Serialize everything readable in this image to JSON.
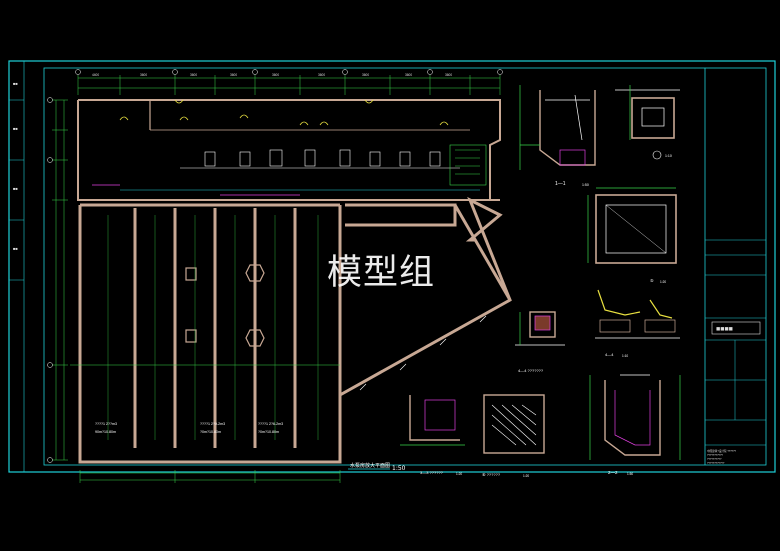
{
  "watermark": "模型组",
  "main_plan": {
    "title": "水泵房放大平面图",
    "scale": "1:50",
    "tanks": [
      {
        "label": "????1  2??m3",
        "dims": "90m?10.80m"
      },
      {
        "label": "????1  2?0-2m3",
        "dims": "?0m?10.80m"
      },
      {
        "label": "????1  2?6-2m3",
        "dims": "?0m?10.80m"
      }
    ]
  },
  "details": [
    {
      "id": "sec-1-1",
      "label": "1—1",
      "scale": "1:50"
    },
    {
      "id": "det-1",
      "label": "①",
      "scale": "1:10"
    },
    {
      "id": "det-5",
      "label": "⑤",
      "scale": "1:20"
    },
    {
      "id": "sec-4-4",
      "label": "4—4 ???????",
      "scale": ""
    },
    {
      "id": "sec-3-3",
      "label": "3—3 ??????",
      "scale": "1:20"
    },
    {
      "id": "det-6",
      "label": "⑥ ??????",
      "scale": "1:20"
    },
    {
      "id": "sec-2-2",
      "label": "2—2",
      "scale": "1:50"
    },
    {
      "id": "det-44b",
      "label": "4—4",
      "scale": "1:10"
    }
  ],
  "title_block": {
    "company_lines": [
      "中国建筑?设计院 ??????",
      "???????????",
      "??????????",
      "????????????"
    ]
  },
  "colors": {
    "frame": "#1fd0d8",
    "wall": "#c8a894",
    "dim": "#39d64a",
    "text": "#ffffff",
    "yellow": "#e8e040",
    "magenta": "#e040e0"
  }
}
